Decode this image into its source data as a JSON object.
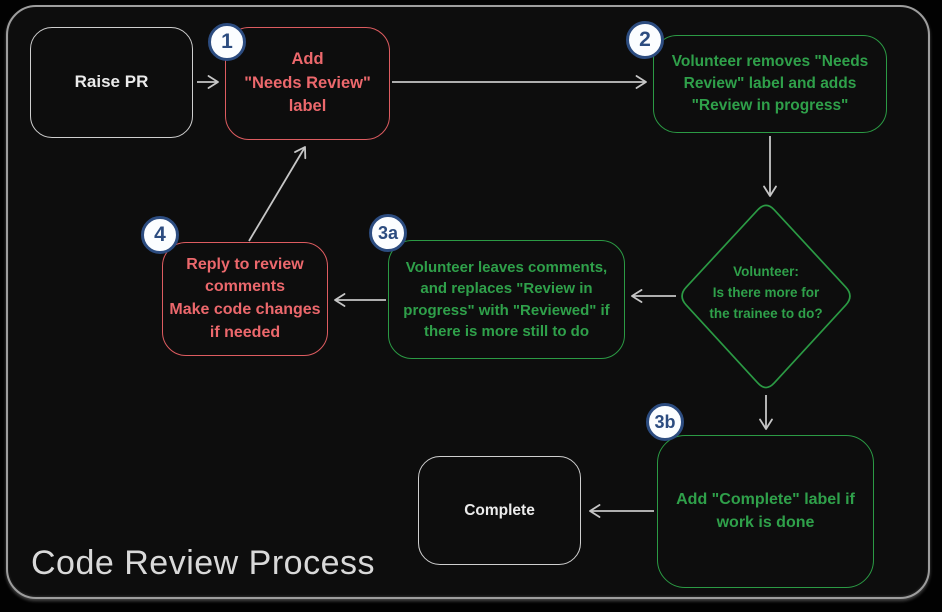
{
  "title": "Code Review Process",
  "diagram_type": "flowchart",
  "nodes": {
    "raise_pr": {
      "label": "Raise PR"
    },
    "step1": {
      "badge": "1",
      "label": "Add\n\"Needs Review\"\nlabel"
    },
    "step2": {
      "badge": "2",
      "label": "Volunteer removes \"Needs\nReview\" label and adds\n\"Review in progress\""
    },
    "decision": {
      "label": "Volunteer:\nIs there more for\nthe trainee to do?"
    },
    "step3a": {
      "badge": "3a",
      "label": "Volunteer leaves comments,\nand replaces \"Review in\nprogress\" with \"Reviewed\" if\nthere is more still to do"
    },
    "step4": {
      "badge": "4",
      "label": "Reply to review\ncomments\nMake code changes\nif needed"
    },
    "step3b": {
      "badge": "3b",
      "label": "Add \"Complete\" label if\nwork is done"
    },
    "complete": {
      "label": "Complete"
    }
  },
  "edges": [
    {
      "from": "raise_pr",
      "to": "step1"
    },
    {
      "from": "step1",
      "to": "step2"
    },
    {
      "from": "step2",
      "to": "decision"
    },
    {
      "from": "decision",
      "to": "step3a"
    },
    {
      "from": "step3a",
      "to": "step4"
    },
    {
      "from": "step4",
      "to": "step1"
    },
    {
      "from": "decision",
      "to": "step3b"
    },
    {
      "from": "step3b",
      "to": "complete"
    }
  ],
  "colors": {
    "background": "#0d0d0d",
    "frame_border": "#9d9d9d",
    "red_accent": "#dd5c60",
    "red_text": "#ec686c",
    "green_accent": "#2b9a44",
    "green_text": "#2fa04a",
    "neutral_border": "#cfcfcf",
    "neutral_text": "#ebebeb",
    "arrow": "#c6c6c6",
    "badge_border": "#2c4c80",
    "badge_fill": "#fbfdff"
  }
}
